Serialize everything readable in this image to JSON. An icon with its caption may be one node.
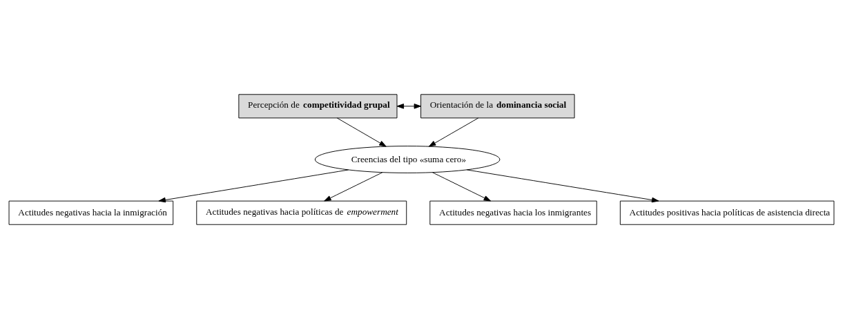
{
  "diagram": {
    "nodes": [
      {
        "text": [
          "Percepción de **competitividad grupal**"
        ]
      },
      {
        "text": [
          "Orientación de la **dominancia social**"
        ]
      },
      {
        "text": [
          "Creencias del tipo «suma cero»"
        ]
      },
      {
        "text": [
          "Actitudes negativas hacia la inmigración"
        ]
      },
      {
        "text": [
          "Actitudes negativas hacia políticas de *empowerment*"
        ]
      },
      {
        "text": [
          "Actitudes negativas hacia los inmigrantes"
        ]
      },
      {
        "text": [
          "Actitudes positivas hacia políticas de asistencia directa"
        ]
      }
    ],
    "edges": [
      {
        "from": 0,
        "to": 1,
        "arrow": "both"
      },
      {
        "from": 0,
        "to": 2,
        "arrow": "to"
      },
      {
        "from": 1,
        "to": 2,
        "arrow": "to"
      },
      {
        "from": 2,
        "to": 3,
        "arrow": "to"
      },
      {
        "from": 2,
        "to": 4,
        "arrow": "to"
      },
      {
        "from": 2,
        "to": 5,
        "arrow": "to"
      },
      {
        "from": 2,
        "to": 6,
        "arrow": "to"
      }
    ]
  }
}
